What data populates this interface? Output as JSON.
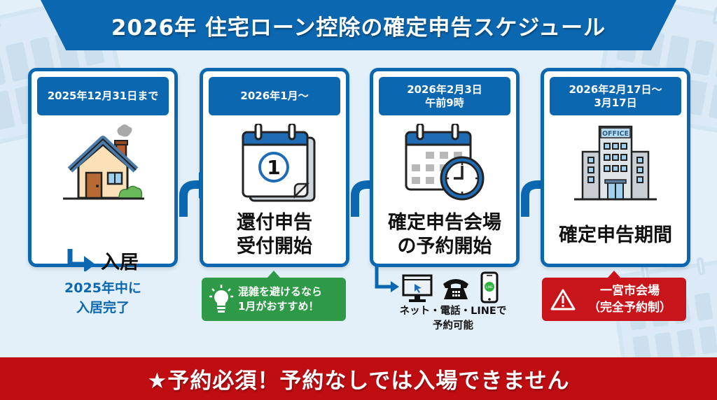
{
  "title": "2026年 住宅ローン控除の確定申告スケジュール",
  "colors": {
    "primary_blue": "#0b67b0",
    "background": "#e3f0fa",
    "tip_green": "#2e9a47",
    "alert_red": "#c8151b",
    "footer_red": "#c00d12"
  },
  "steps": [
    {
      "date": "2025年12月31日まで",
      "icon": "house-icon",
      "label": "入居",
      "label_prefix_icon": "arrow-turn-right-icon",
      "note": "2025年中に\n入居完了"
    },
    {
      "date": "2026年1月〜",
      "icon": "calendar-day-1-icon",
      "calendar_number": "1",
      "label": "還付申告\n受付開始",
      "tip": "混雑を避けるなら\n1月がおすすめ！",
      "tip_icon": "lightbulb-icon"
    },
    {
      "date": "2026年2月3日\n午前9時",
      "icon": "calendar-clock-icon",
      "label": "確定申告会場\nの予約開始",
      "channels": [
        "computer-icon",
        "telephone-icon",
        "smartphone-line-icon"
      ],
      "channel_line_label": "LINE",
      "channels_caption": "ネット・電話・LINEで\n予約可能"
    },
    {
      "date": "2026年2月17日〜\n3月17日",
      "icon": "office-building-icon",
      "building_sign": "OFFICE",
      "label": "確定申告期間",
      "alert": "一宮市会場\n（完全予約制）",
      "alert_icon": "warning-icon"
    }
  ],
  "footer": "★予約必須！予約なしでは入場できません"
}
